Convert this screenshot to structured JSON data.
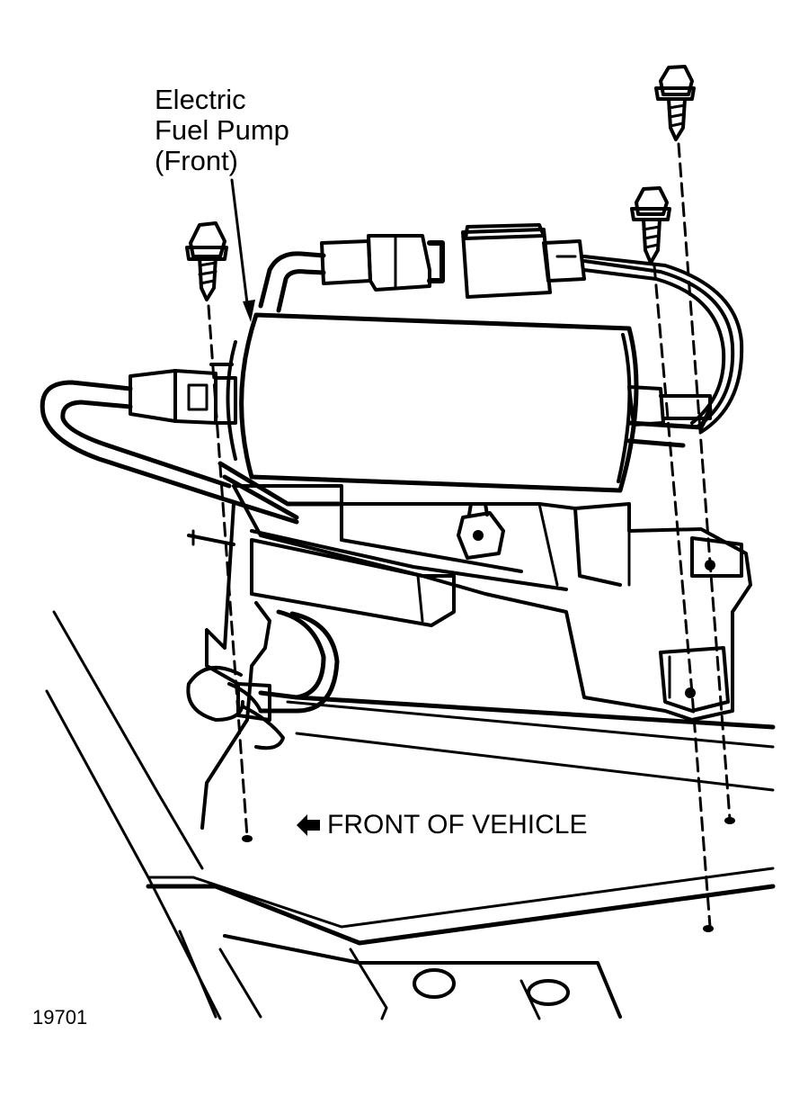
{
  "callout": {
    "line1": "Electric",
    "line2": "Fuel Pump",
    "line3": "(Front)"
  },
  "direction_label": "FRONT OF VEHICLE",
  "direction_icon": "arrow-left-icon",
  "figure_number": "19701"
}
